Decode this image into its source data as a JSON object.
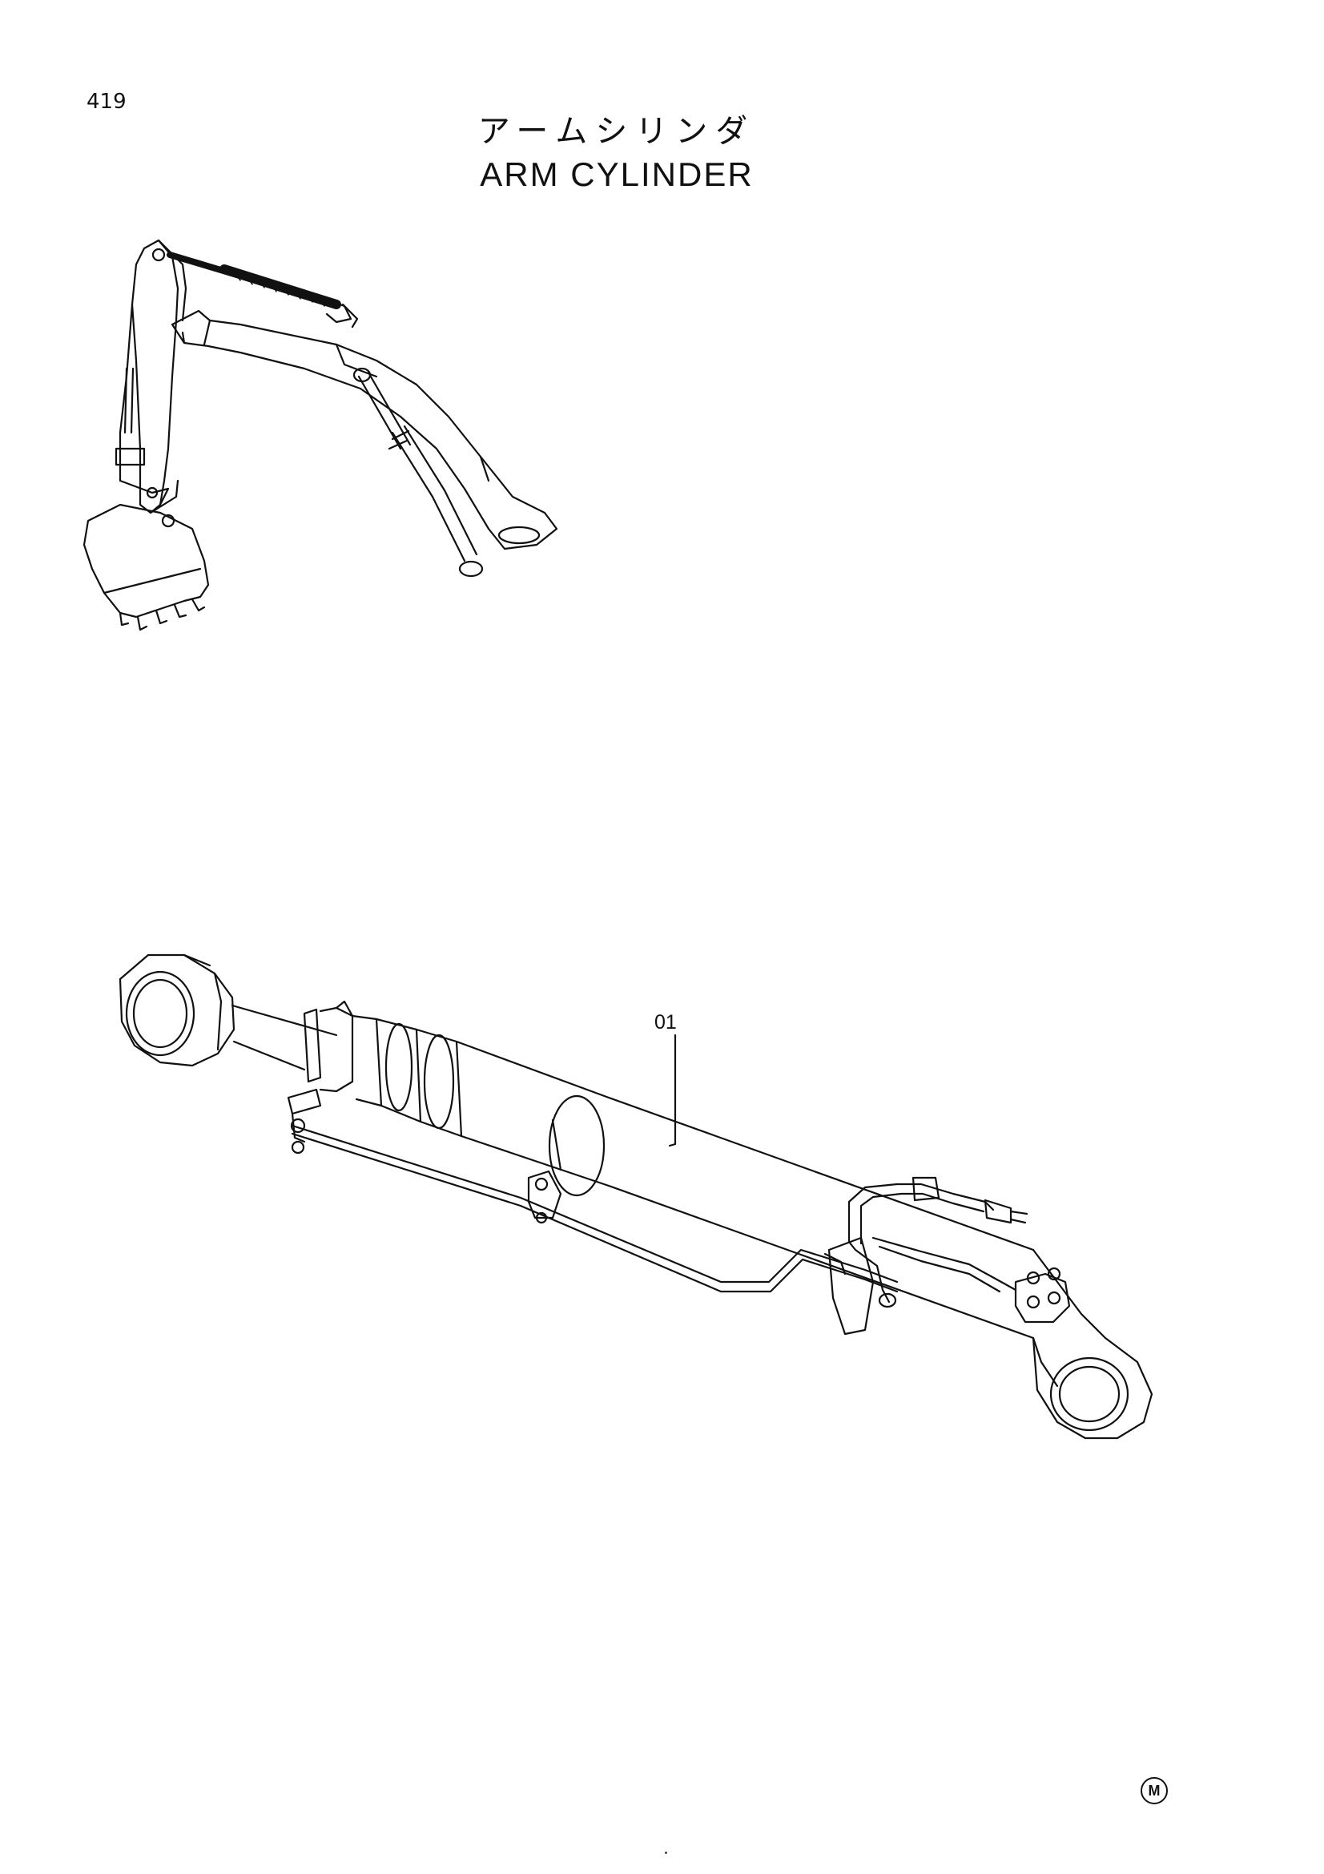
{
  "page": {
    "number": "419",
    "title_jp": "アームシリンダ",
    "title_en": "ARM CYLINDER"
  },
  "callouts": [
    {
      "label": "01"
    }
  ],
  "footer": {
    "mark": "M"
  },
  "colors": {
    "line": "#111111",
    "background": "#ffffff"
  },
  "icons": [
    "excavator-arm-locator-illustration",
    "arm-cylinder-exploded-illustration"
  ]
}
